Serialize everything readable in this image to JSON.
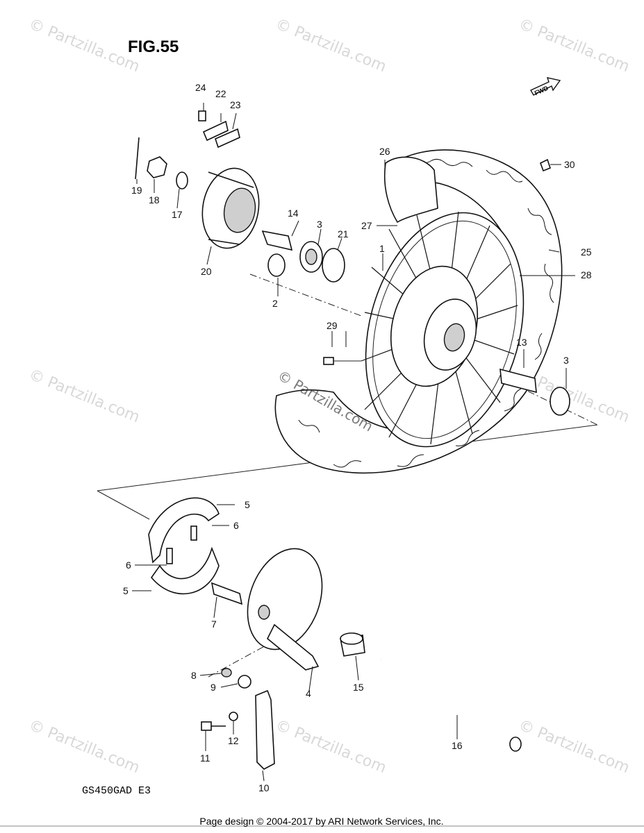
{
  "figure": {
    "title": "FIG.55",
    "model": "GS450GAD  E3"
  },
  "direction_badge": "FWD",
  "watermark_text": "© Partzilla.com",
  "center_watermark": "© Partzilla.com",
  "footer": "Page design © 2004-2017 by ARI Network Services, Inc.",
  "callouts": [
    {
      "id": "c1",
      "label": "1"
    },
    {
      "id": "c2",
      "label": "2"
    },
    {
      "id": "c3a",
      "label": "3"
    },
    {
      "id": "c3b",
      "label": "3"
    },
    {
      "id": "c4",
      "label": "4"
    },
    {
      "id": "c5a",
      "label": "5"
    },
    {
      "id": "c5b",
      "label": "5"
    },
    {
      "id": "c6a",
      "label": "6"
    },
    {
      "id": "c6b",
      "label": "6"
    },
    {
      "id": "c7",
      "label": "7"
    },
    {
      "id": "c8",
      "label": "8"
    },
    {
      "id": "c9",
      "label": "9"
    },
    {
      "id": "c10",
      "label": "10"
    },
    {
      "id": "c11",
      "label": "11"
    },
    {
      "id": "c12",
      "label": "12"
    },
    {
      "id": "c13",
      "label": "13"
    },
    {
      "id": "c14",
      "label": "14"
    },
    {
      "id": "c15",
      "label": "15"
    },
    {
      "id": "c16",
      "label": "16"
    },
    {
      "id": "c17",
      "label": "17"
    },
    {
      "id": "c18",
      "label": "18"
    },
    {
      "id": "c19",
      "label": "19"
    },
    {
      "id": "c20",
      "label": "20"
    },
    {
      "id": "c21",
      "label": "21"
    },
    {
      "id": "c22",
      "label": "22"
    },
    {
      "id": "c23",
      "label": "23"
    },
    {
      "id": "c24",
      "label": "24"
    },
    {
      "id": "c25",
      "label": "25"
    },
    {
      "id": "c26",
      "label": "26"
    },
    {
      "id": "c27",
      "label": "27"
    },
    {
      "id": "c28",
      "label": "28"
    },
    {
      "id": "c29",
      "label": "29"
    },
    {
      "id": "c30",
      "label": "30"
    }
  ]
}
